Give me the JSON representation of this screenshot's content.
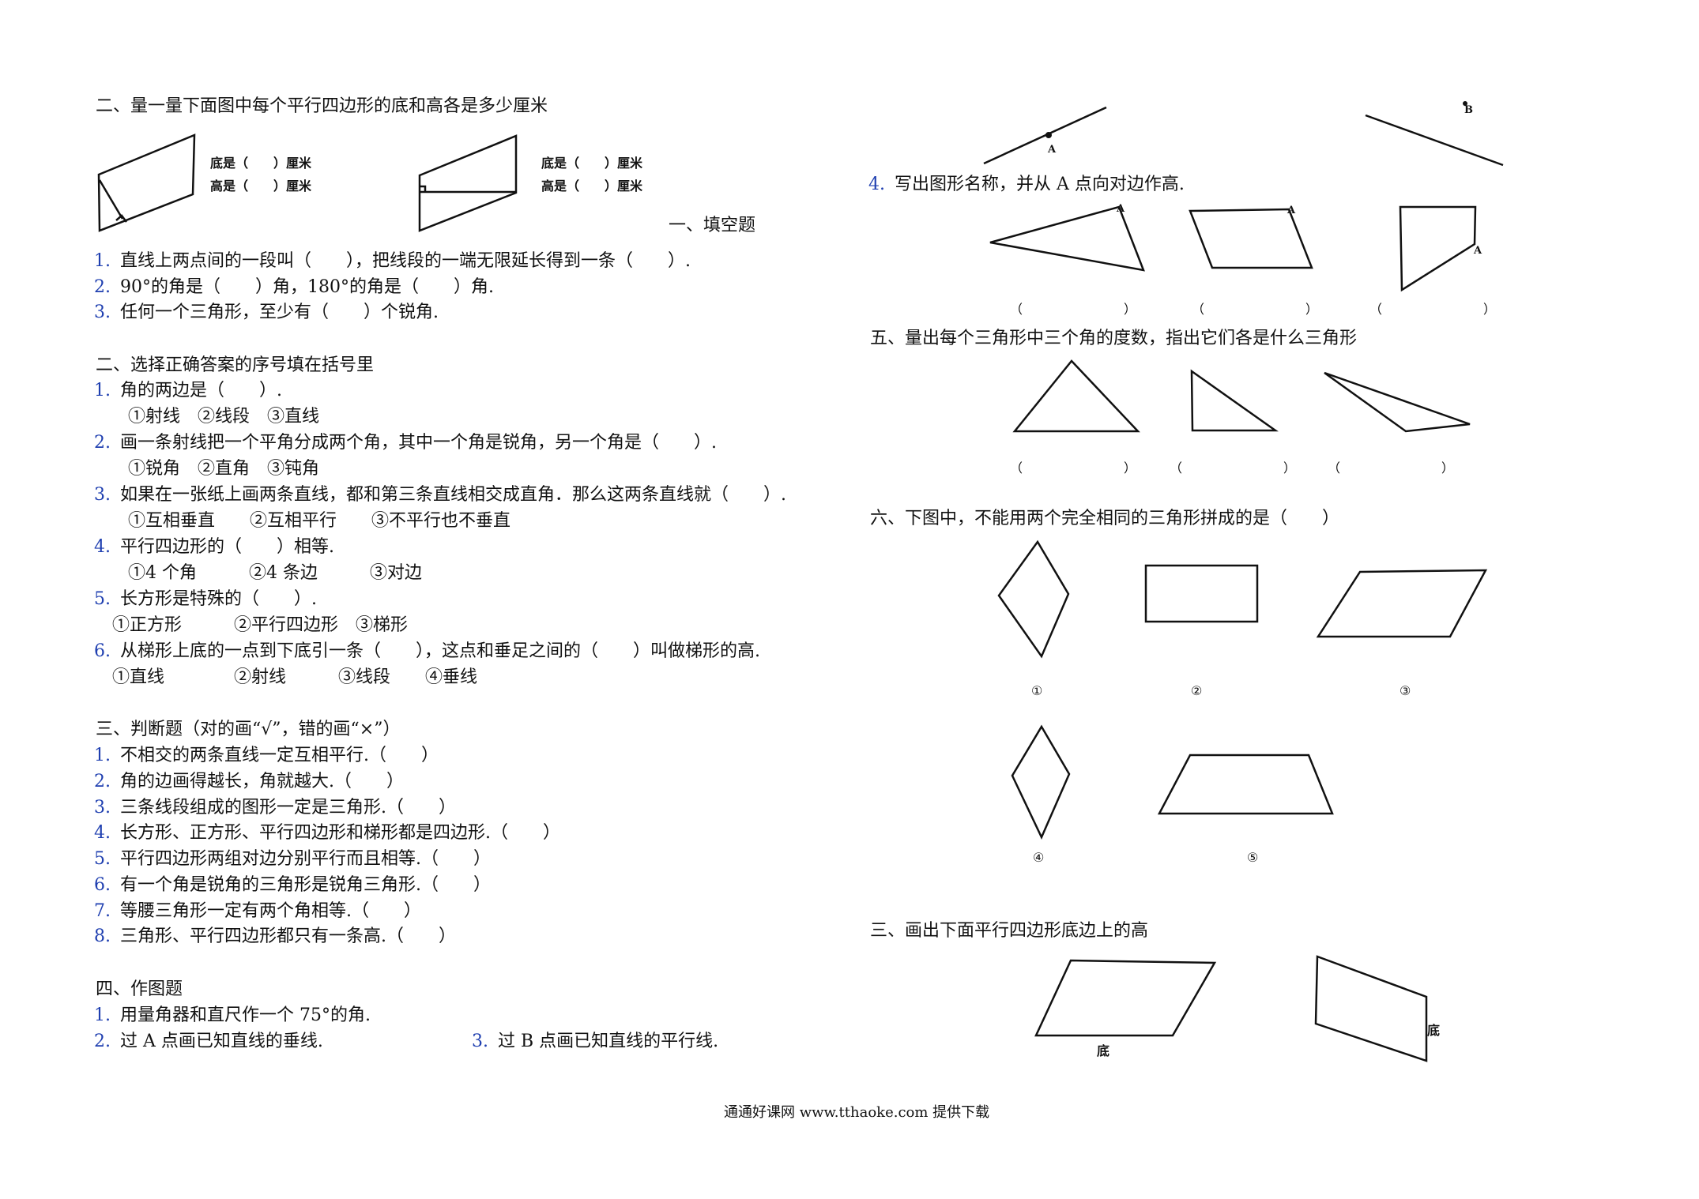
{
  "left": {
    "measure": {
      "title": "二、量一量下面图中每个平行四边形的底和高各是多少厘米",
      "base_label": "底是（　　）厘米",
      "height_label": "高是（　　）厘米"
    },
    "fill_blank": {
      "title": "一、填空题",
      "items": [
        {
          "num": "1.",
          "text": "直线上两点间的一段叫（　　），把线段的一端无限延长得到一条（　　）."
        },
        {
          "num": "2.",
          "text": "90°的角是（　　）角，180°的角是（　　）角."
        },
        {
          "num": "3.",
          "text": "任何一个三角形，至少有（　　）个锐角."
        }
      ]
    },
    "choice": {
      "title": "二、选择正确答案的序号填在括号里",
      "items": [
        {
          "num": "1.",
          "text": "角的两边是（　　）.",
          "options": "①射线　②线段　③直线"
        },
        {
          "num": "2.",
          "text": "画一条射线把一个平角分成两个角，其中一个角是锐角，另一个角是（　　）.",
          "options": "①锐角　②直角　③钝角"
        },
        {
          "num": "3.",
          "text": "如果在一张纸上画两条直线，都和第三条直线相交成直角．那么这两条直线就（　　）.",
          "options": "①互相垂直　　②互相平行　　③不平行也不垂直"
        },
        {
          "num": "4.",
          "text": "平行四边形的（　　）相等.",
          "options": "①4 个角　　　②4 条边　　　③对边"
        },
        {
          "num": "5.",
          "text": "长方形是特殊的（　　）.",
          "options": "①正方形　　　②平行四边形　③梯形"
        },
        {
          "num": "6.",
          "text": "从梯形上底的一点到下底引一条（　　），这点和垂足之间的（　　）叫做梯形的高.",
          "options": "①直线　　　　②射线　　　③线段　　④垂线"
        }
      ]
    },
    "judge": {
      "title": "三、判断题（对的画“√”，错的画“×”）",
      "items": [
        {
          "num": "1.",
          "text": "不相交的两条直线一定互相平行.（　　）"
        },
        {
          "num": "2.",
          "text": "角的边画得越长，角就越大.（　　）"
        },
        {
          "num": "3.",
          "text": "三条线段组成的图形一定是三角形.（　　）"
        },
        {
          "num": "4.",
          "text": "长方形、正方形、平行四边形和梯形都是四边形.（　　）"
        },
        {
          "num": "5.",
          "text": "平行四边形两组对边分别平行而且相等.（　　）"
        },
        {
          "num": "6.",
          "text": "有一个角是锐角的三角形是锐角三角形.（　　）"
        },
        {
          "num": "7.",
          "text": "等腰三角形一定有两个角相等.（　　）"
        },
        {
          "num": "8.",
          "text": "三角形、平行四边形都只有一条高.（　　）"
        }
      ]
    },
    "drawing": {
      "title": "四、作图题",
      "items": [
        {
          "num": "1.",
          "text": "用量角器和直尺作一个 75°的角."
        },
        {
          "num": "2.",
          "text": "过 A 点画已知直线的垂线."
        },
        {
          "num": "3.",
          "text": "过 B 点画已知直线的平行线."
        }
      ]
    }
  },
  "right": {
    "point_labels": {
      "a": "A",
      "b": "B"
    },
    "q4": {
      "num": "4.",
      "text": "写出图形名称，并从 A 点向对边作高.",
      "vertex": "A",
      "blanks": [
        "（　　　　　　　　）",
        "（　　　　　　　　）",
        "（　　　　　　　　）"
      ]
    },
    "q5": {
      "title": "五、量出每个三角形中三个角的度数，指出它们各是什么三角形",
      "blanks": [
        "（　　　　　　　　）",
        "（　　　　　　　　）",
        "（　　　　　　　　）"
      ]
    },
    "q6": {
      "title": "六、下图中，不能用两个完全相同的三角形拼成的是（　　）",
      "labels": [
        "①",
        "②",
        "③",
        "④",
        "⑤"
      ]
    },
    "q3": {
      "title": "三、画出下面平行四边形底边上的高",
      "base_label": "底"
    }
  },
  "footer": "通通好课网 www.tthaoke.com 提供下载"
}
